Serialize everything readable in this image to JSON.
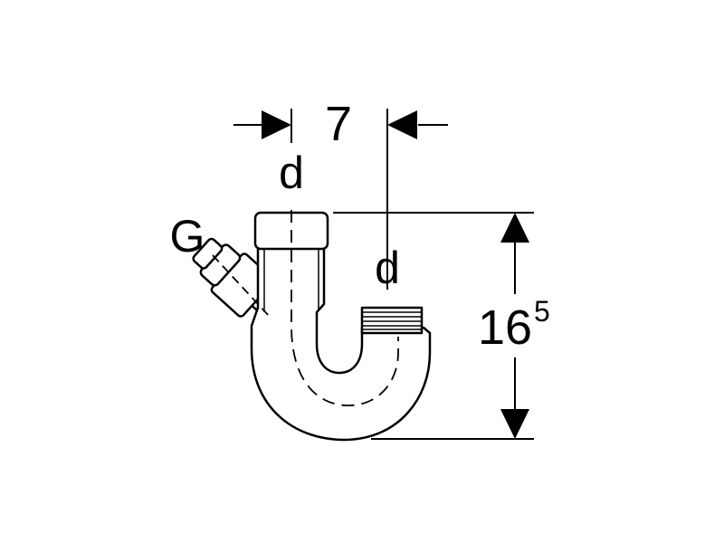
{
  "labels": {
    "dim_top": "7",
    "inlet_d": "d",
    "outlet_d": "d",
    "side_inlet": "G",
    "height_main": "16",
    "height_sup": "5"
  },
  "colors": {
    "line": "#000000",
    "background": "#ffffff"
  }
}
